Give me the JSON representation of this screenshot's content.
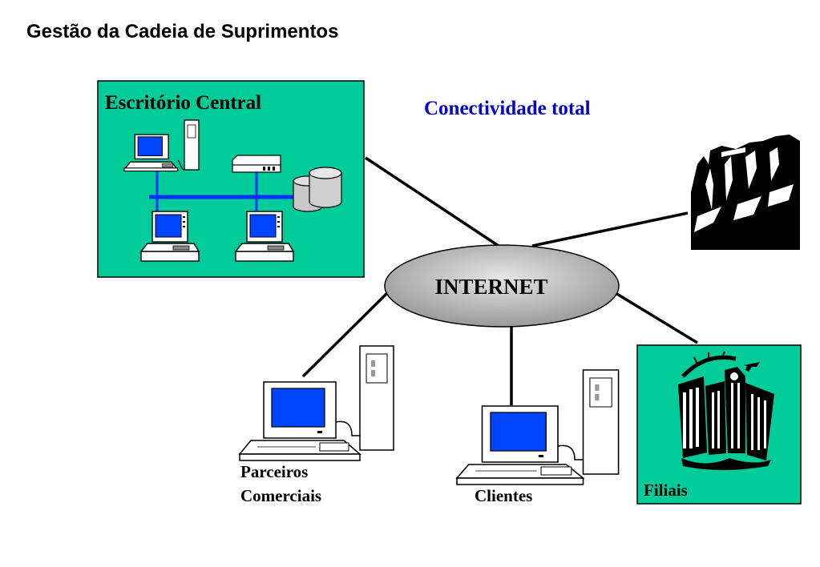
{
  "title": "Gestão da Cadeia de Suprimentos",
  "diagram": {
    "central_office_label": "Escritório Central",
    "connectivity_label": "Conectividade total",
    "internet_label": "INTERNET",
    "partners_label_line1": "Parceiros",
    "partners_label_line2": "Comerciais",
    "clients_label": "Clientes",
    "branches_label": "Filiais"
  },
  "colors": {
    "panel_green": "#00cc99",
    "network_blue": "#0033ff",
    "screen_blue": "#0044ff",
    "connectivity_text": "#0000cc",
    "internet_grey": "#b8b8b8"
  },
  "icons": [
    "desktop-computer-icon",
    "tower-pc-icon",
    "network-hub-icon",
    "database-icon",
    "remote-site-icon",
    "city-buildings-icon"
  ]
}
